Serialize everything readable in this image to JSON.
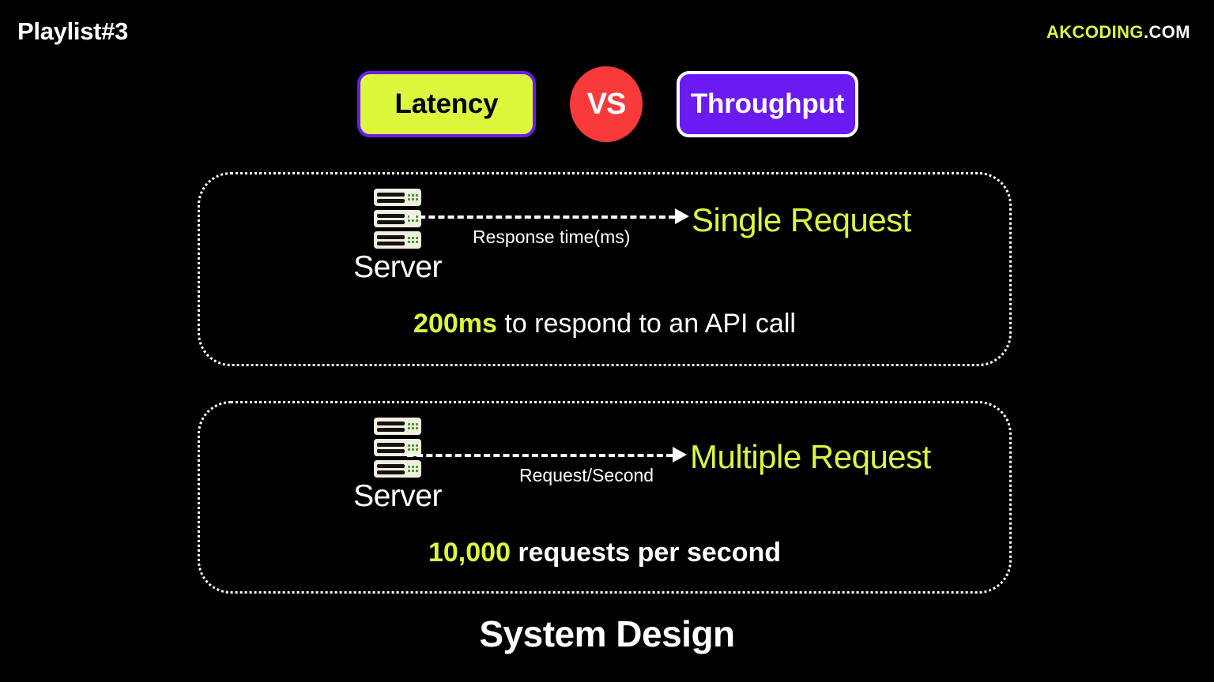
{
  "header": {
    "playlist_title": "Playlist#3",
    "brand_name": "AKCODING",
    "brand_tld": ".COM"
  },
  "comparison": {
    "left_badge": "Latency",
    "versus": "VS",
    "right_badge": "Throughput"
  },
  "cards": [
    {
      "server_label": "Server",
      "flow_label": "Response time(ms)",
      "flow_target": "Single Request",
      "fact_metric": "200ms",
      "fact_rest": " to respond to an API call",
      "fact_rest_bold": false
    },
    {
      "server_label": "Server",
      "flow_label": "Request/Second",
      "flow_target": "Multiple Request",
      "fact_metric": "10,000",
      "fact_rest": " requests per second",
      "fact_rest_bold": true
    }
  ],
  "footer": {
    "title": "System Design"
  },
  "colors": {
    "background": "#000000",
    "lime": "#DCF73C",
    "purple": "#6B1AF2",
    "red": "#F83A3A",
    "white": "#FFFFFF",
    "server_body": "#F2EFE2",
    "led_green": "#2F9E1E"
  }
}
